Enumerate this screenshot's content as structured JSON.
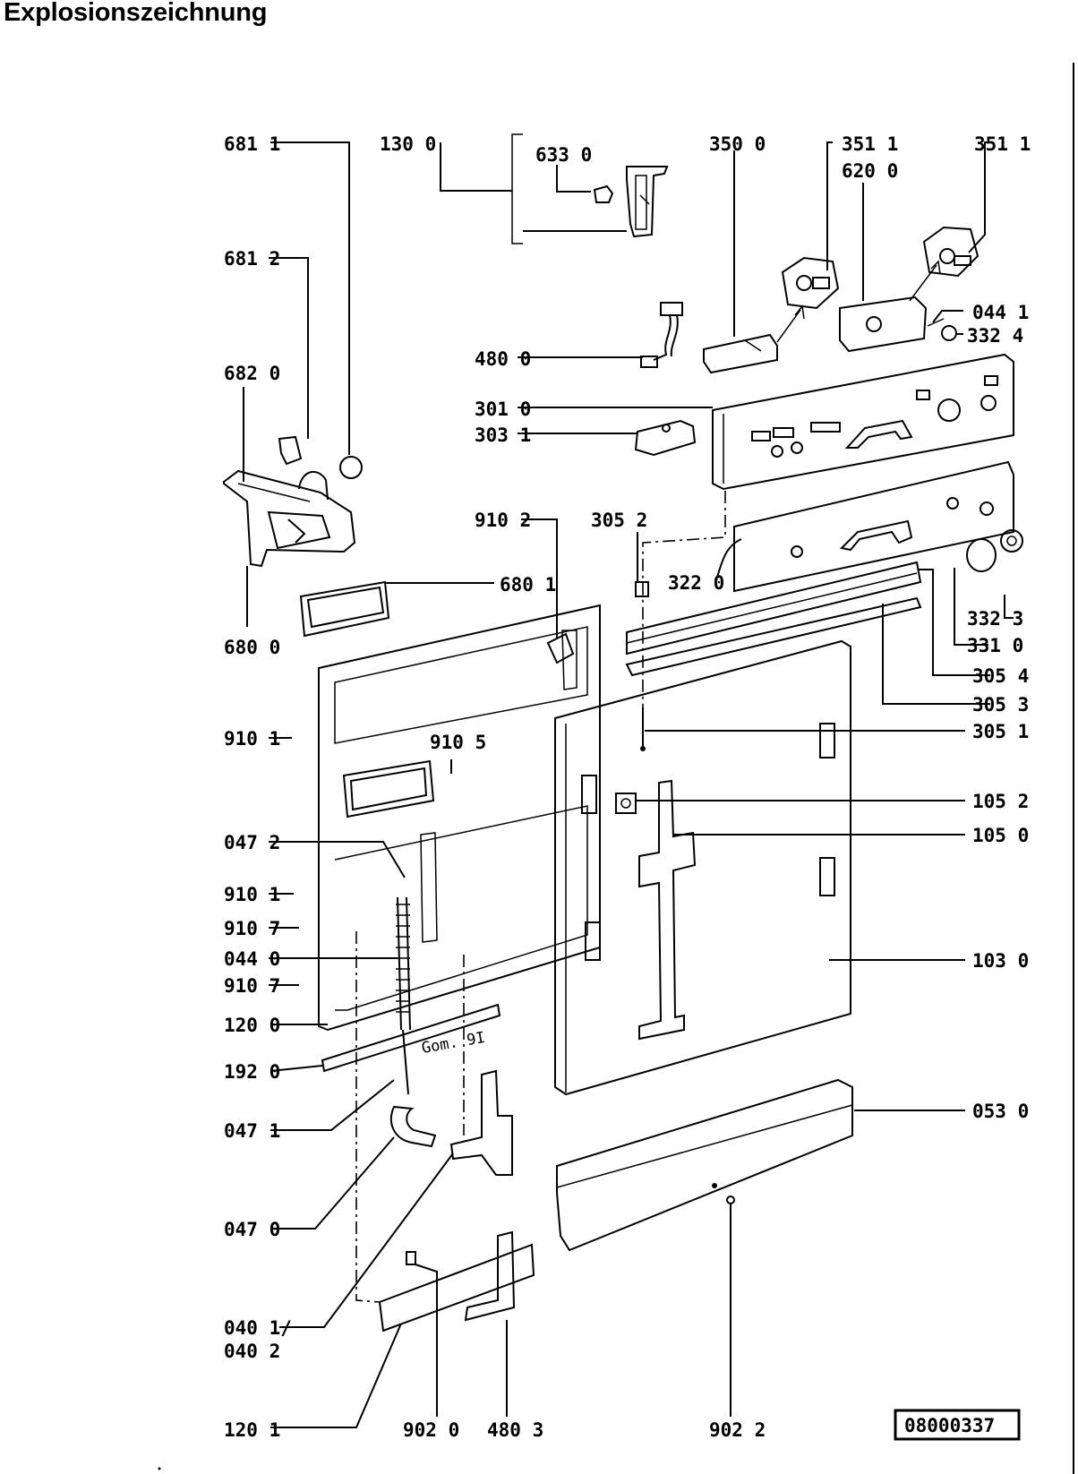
{
  "title": "Explosionszeichnung",
  "drawing_number": "08000337",
  "labels": {
    "p681_1": "681 1",
    "p130_0": "130 0",
    "p633_0": "633 0",
    "p350_0": "350 0",
    "p351_1a": "351 1",
    "p620_0": "620 0",
    "p351_1b": "351 1",
    "p681_2": "681 2",
    "p044_1": "044 1",
    "p332_4": "332 4",
    "p480_0": "480 0",
    "p682_0": "682 0",
    "p301_0": "301 0",
    "p303_1": "303 1",
    "p910_2": "910 2",
    "p305_2": "305 2",
    "p322_0": "322 0",
    "p680_1": "680 1",
    "p332_3": "332 3",
    "p680_0": "680 0",
    "p331_0": "331 0",
    "p305_4": "305 4",
    "p305_3": "305 3",
    "p910_1a": "910 1",
    "p910_5": "910 5",
    "p305_1": "305 1",
    "p105_2": "105 2",
    "p105_0": "105 0",
    "p047_2": "047 2",
    "p910_1b": "910 1",
    "p910_7a": "910 7",
    "p044_0": "044 0",
    "p910_7b": "910 7",
    "p103_0": "103 0",
    "p120_0": "120 0",
    "p192_0": "192 0",
    "p053_0": "053 0",
    "p047_1": "047 1",
    "p047_0": "047 0",
    "p040_1": "040 1/",
    "p040_2": "040 2",
    "p120_1": "120 1",
    "p902_0": "902 0",
    "p480_3": "480 3",
    "p902_2": "902 2"
  },
  "part_stamp": "Gom. 9I"
}
